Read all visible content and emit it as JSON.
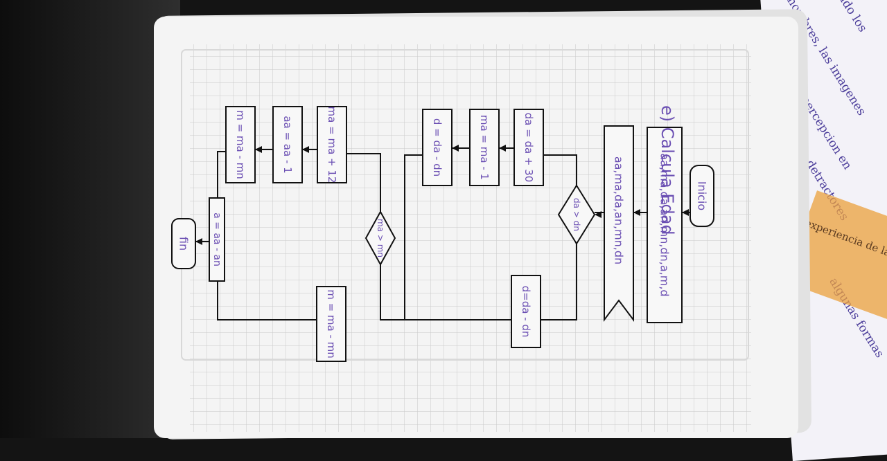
{
  "page_title": "e) Calcula Edad",
  "flowchart": {
    "start": "Inicio",
    "declare": "aa,ma,da,an,mn,dn,a,m,d",
    "input": "aa,ma,da,an,mn,dn",
    "cond_days": "da > dn",
    "assign_d_false": "d=da - dn",
    "assign_da": "da = da + 30",
    "assign_ma_dec": "ma = ma - 1",
    "assign_d_true": "d = da - dn",
    "cond_months": "ma > mn",
    "assign_m_false": "m = ma - mn",
    "assign_ma_inc": "ma = ma + 12",
    "assign_aa_dec": "aa = aa - 1",
    "assign_m_true": "m = ma - mn",
    "assign_a": "a = aa - an",
    "end": "fin"
  },
  "side_notes": [
    "nombres, las imagenes",
    "percepcion en",
    "los detractores",
    "experiencia de la",
    "algunas formas",
    "ndo los"
  ],
  "colors": {
    "ink": "#6b4fb3",
    "pen": "#111111",
    "grid": "#c9c9c9"
  }
}
